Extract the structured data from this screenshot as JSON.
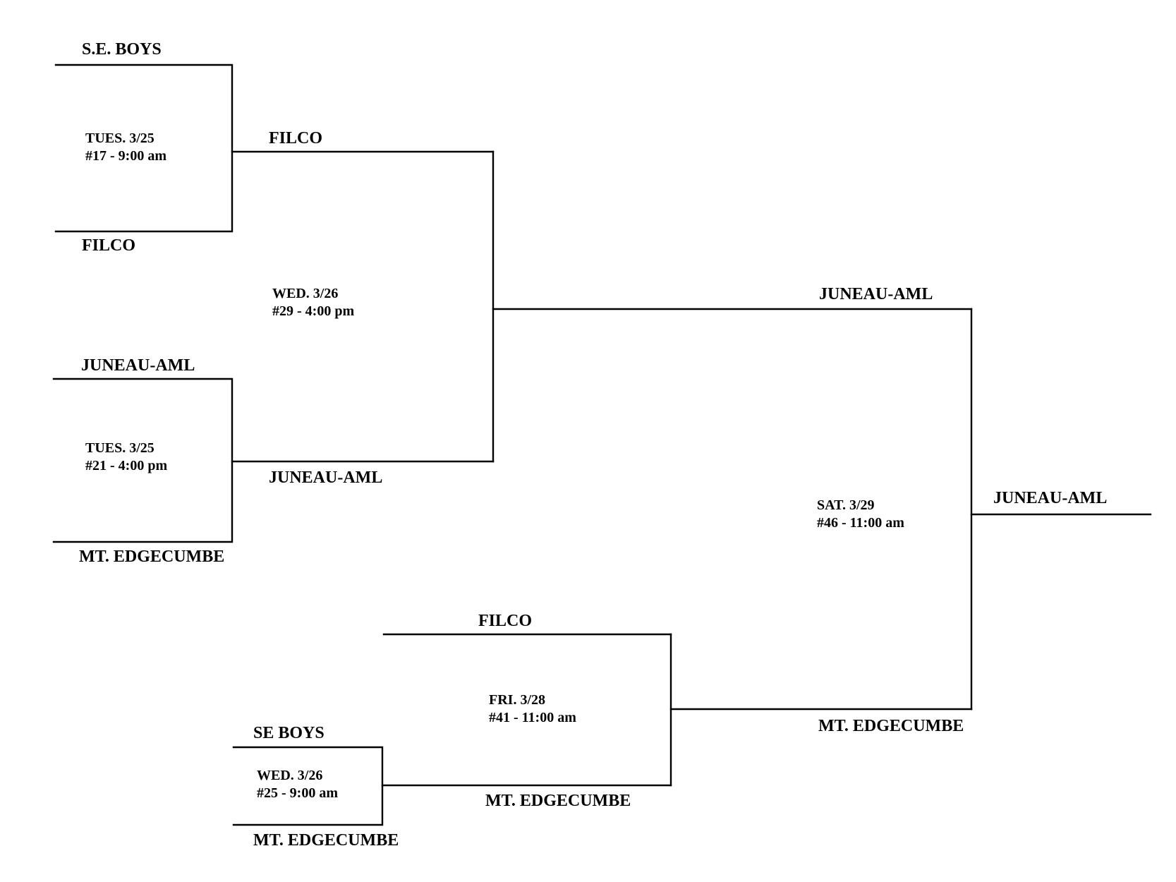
{
  "teams": {
    "se_boys": "S.E. BOYS",
    "filco_r1": "FILCO",
    "filco_r2": "FILCO",
    "juneau_r1": "JUNEAU-AML",
    "mt_edgecumbe_r1": "MT. EDGECUMBE",
    "juneau_r2": "JUNEAU-AML",
    "juneau_r3": "JUNEAU-AML",
    "champion": "JUNEAU-AML",
    "filco_r3": "FILCO",
    "se_boys_2": "SE BOYS",
    "mt_edgecumbe_r2": "MT. EDGECUMBE",
    "mt_edgecumbe_r3": "MT. EDGECUMBE",
    "mt_edgecumbe_r4": "MT. EDGECUMBE"
  },
  "games": {
    "g17": {
      "date": "TUES. 3/25",
      "info": "#17 - 9:00 am"
    },
    "g21": {
      "date": "TUES. 3/25",
      "info": "#21 - 4:00 pm"
    },
    "g29": {
      "date": "WED. 3/26",
      "info": "#29 - 4:00 pm"
    },
    "g25": {
      "date": "WED. 3/26",
      "info": "#25 - 9:00 am"
    },
    "g41": {
      "date": "FRI. 3/28",
      "info": "#41 - 11:00 am"
    },
    "g46": {
      "date": "SAT. 3/29",
      "info": "#46 - 11:00 am"
    }
  }
}
